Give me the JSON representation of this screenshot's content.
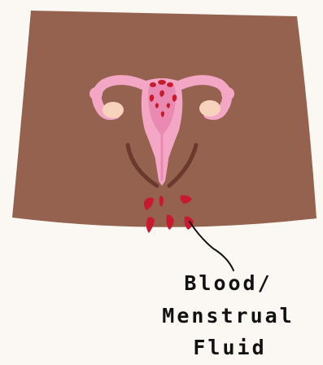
{
  "annotation": {
    "line1": "Blood/",
    "line2": "Menstrual",
    "line3": "Fluid"
  },
  "colors": {
    "background": "#fbf8f4",
    "skin": "#956250",
    "uterus_outer": "#f4a7c4",
    "uterus_inner": "#ea8ab3",
    "ovary": "#f7d3bd",
    "blood": "#c61a2f",
    "vulva_lines": "#6b3a2c",
    "pointer_line": "#111111"
  }
}
